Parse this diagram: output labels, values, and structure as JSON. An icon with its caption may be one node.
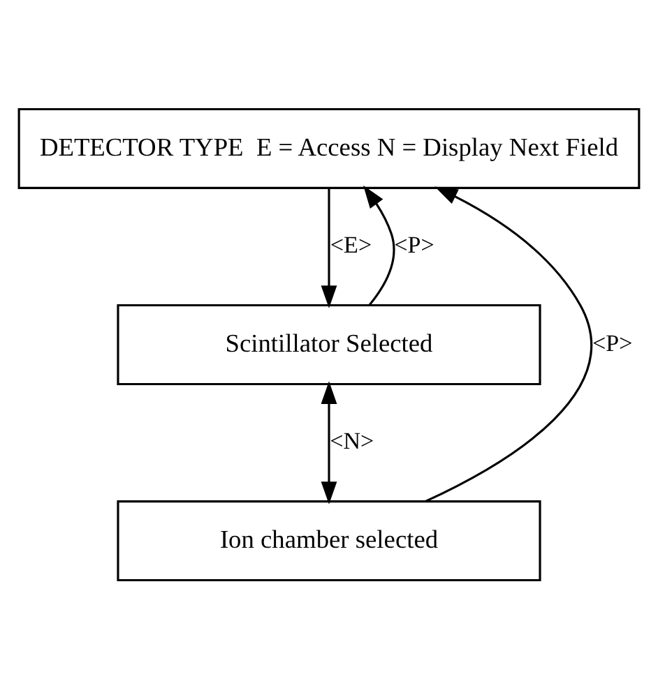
{
  "diagram": {
    "nodes": [
      {
        "text": [
          "DETECTOR TYPE  E = Access N = Display Next Field"
        ]
      },
      {
        "text": [
          "Scintillator Selected"
        ]
      },
      {
        "text": [
          "Ion chamber selected"
        ]
      }
    ],
    "edges": [
      {
        "from": 0,
        "to": 1,
        "arrow": "to",
        "label": "<E>"
      },
      {
        "from": 1,
        "to": 2,
        "arrow": "both",
        "label": "<N>"
      },
      {
        "from": 1,
        "to": 0,
        "arrow": "to",
        "label": "<P>"
      },
      {
        "from": 2,
        "to": 0,
        "arrow": "to",
        "label": "<P>"
      }
    ]
  }
}
